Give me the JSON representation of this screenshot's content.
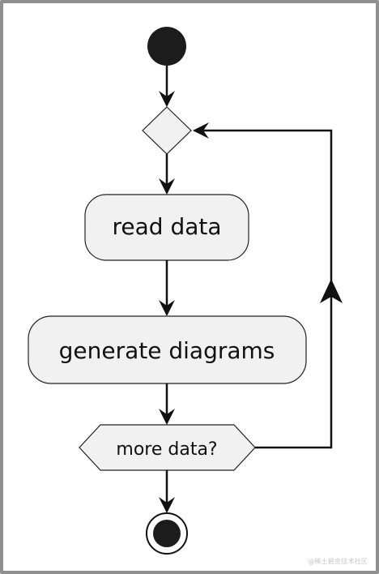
{
  "diagram": {
    "nodes": {
      "start": {
        "kind": "start"
      },
      "merge": {
        "kind": "merge"
      },
      "read": {
        "kind": "action",
        "label": "read data"
      },
      "generate": {
        "kind": "action",
        "label": "generate diagrams"
      },
      "decision": {
        "kind": "decision",
        "label": "more data?"
      },
      "end": {
        "kind": "end"
      }
    },
    "edges": [
      {
        "from": "start",
        "to": "merge"
      },
      {
        "from": "merge",
        "to": "read"
      },
      {
        "from": "read",
        "to": "generate"
      },
      {
        "from": "generate",
        "to": "decision"
      },
      {
        "from": "decision",
        "to": "end"
      },
      {
        "from": "decision",
        "to": "merge",
        "type": "loop"
      }
    ],
    "colors": {
      "node_fill": "#f1f1f1",
      "node_stroke": "#222222",
      "line": "#111111",
      "terminal": "#1c1c1c"
    }
  },
  "watermark": "@稀土掘金技术社区"
}
